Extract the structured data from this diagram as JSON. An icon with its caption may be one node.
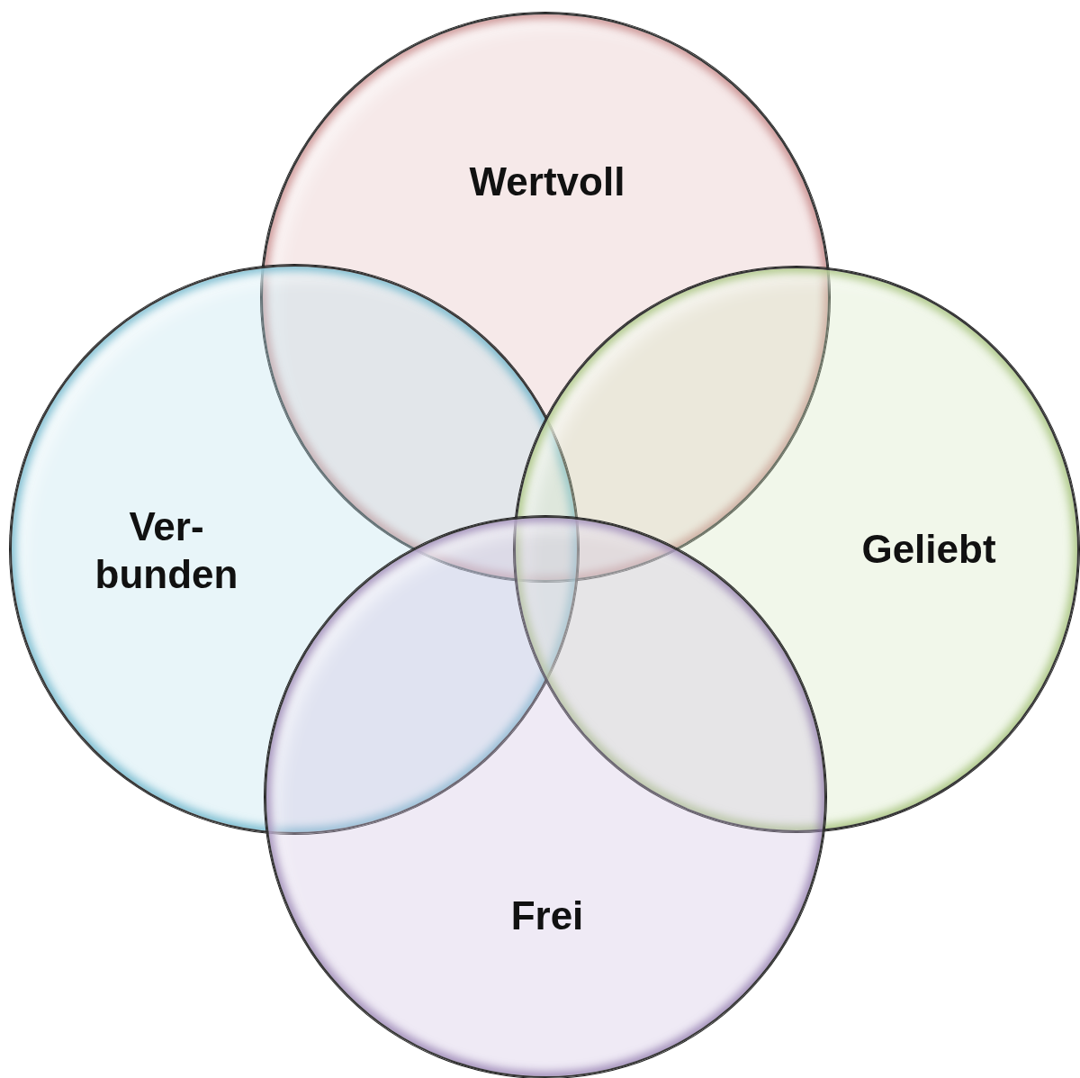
{
  "diagram": {
    "nodes": [
      {
        "text": [
          "Wertvoll"
        ]
      },
      {
        "text": [
          "Ver- bunden"
        ]
      },
      {
        "text": [
          "Geliebt"
        ]
      },
      {
        "text": [
          "Frei"
        ]
      }
    ]
  }
}
